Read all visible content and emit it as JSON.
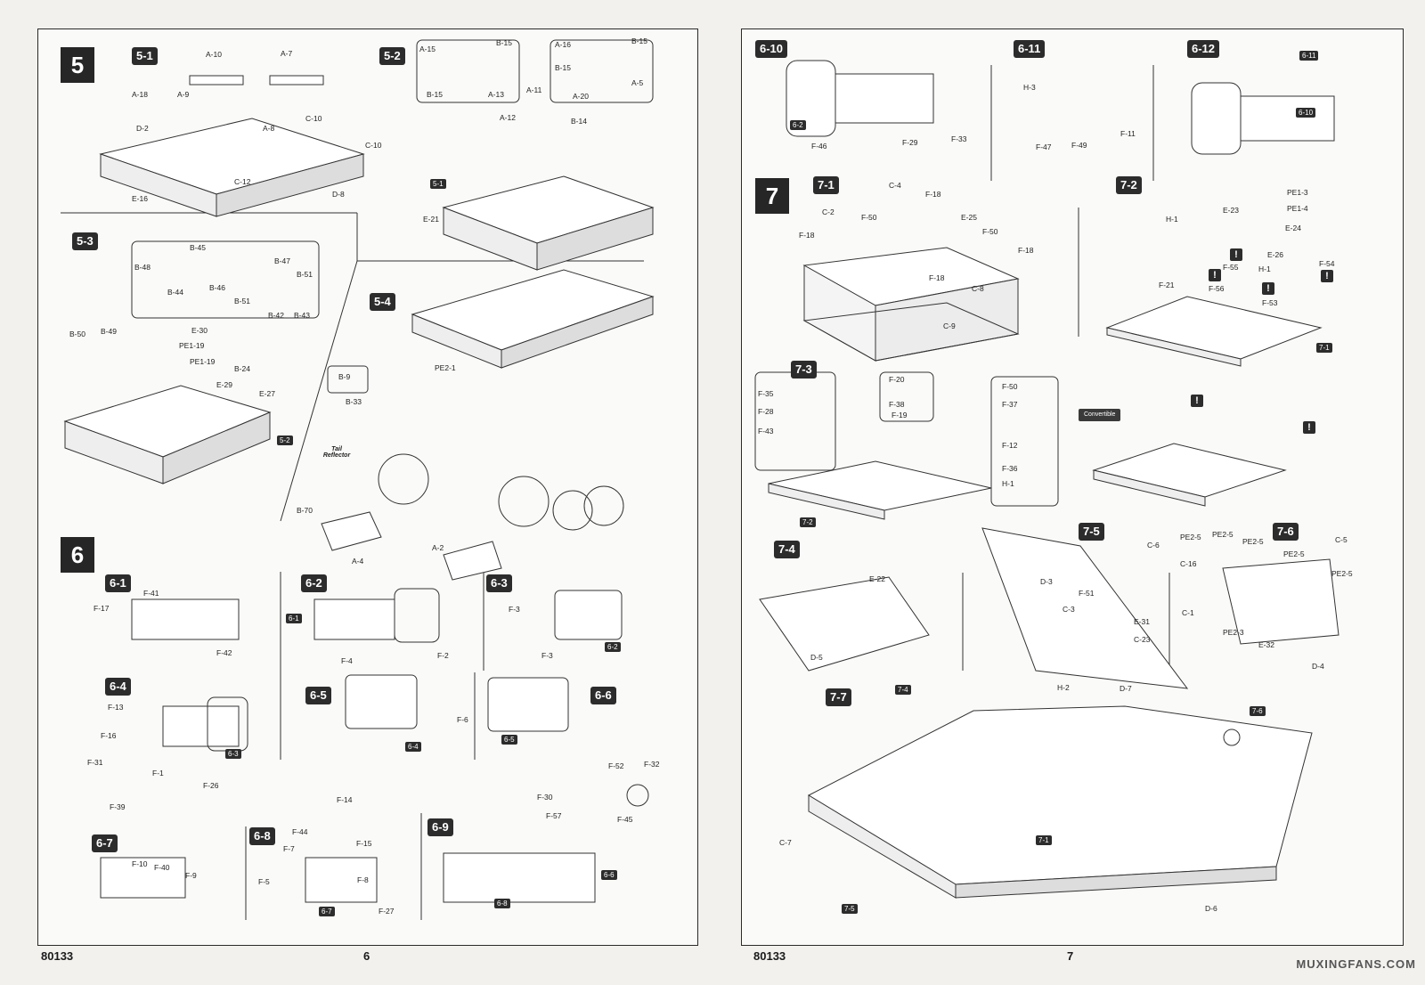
{
  "pages": {
    "left": {
      "code": "80133",
      "number": "6"
    },
    "right": {
      "code": "80133",
      "number": "7"
    }
  },
  "steps": {
    "s5": "5",
    "s6": "6",
    "s7": "7"
  },
  "substeps": {
    "s5_1": "5-1",
    "s5_2": "5-2",
    "s5_3": "5-3",
    "s5_4": "5-4",
    "s6_1": "6-1",
    "s6_2": "6-2",
    "s6_3": "6-3",
    "s6_4": "6-4",
    "s6_5": "6-5",
    "s6_6": "6-6",
    "s6_7": "6-7",
    "s6_8": "6-8",
    "s6_9": "6-9",
    "s6_10": "6-10",
    "s6_11": "6-11",
    "s6_12": "6-12",
    "s7_1": "7-1",
    "s7_2": "7-2",
    "s7_3": "7-3",
    "s7_4": "7-4",
    "s7_5": "7-5",
    "s7_6": "7-6",
    "s7_7": "7-7"
  },
  "refs": {
    "r5_1": "5-1",
    "r5_2": "5-2",
    "r6_1": "6-1",
    "r6_2": "6-2",
    "r6_3": "6-3",
    "r6_4": "6-4",
    "r6_5": "6-5",
    "r6_6": "6-6",
    "r6_7": "6-7",
    "r6_8": "6-8",
    "r6_10": "6-10",
    "r6_11": "6-11",
    "r7_1": "7-1",
    "r7_2": "7-2",
    "r7_4": "7-4",
    "r7_5": "7-5",
    "r7_6": "7-6"
  },
  "labels": {
    "convertible": "Convertible",
    "tail_reflector": "Tail Reflector",
    "watermark": "MUXINGFANS.COM",
    "warn": "!"
  },
  "parts_left": [
    "A-10",
    "A-7",
    "A-18",
    "A-9",
    "A-8",
    "D-2",
    "C-10",
    "C-10",
    "C-12",
    "E-16",
    "D-8",
    "A-15",
    "B-15",
    "A-16",
    "B-15",
    "B-15",
    "A-13",
    "A-11",
    "A-20",
    "A-5",
    "B-15",
    "A-12",
    "B-14",
    "E-21",
    "B-45",
    "B-48",
    "B-47",
    "B-51",
    "B-44",
    "B-46",
    "B-51",
    "B-42",
    "B-43",
    "B-50",
    "B-49",
    "E-30",
    "PE1-19",
    "PE1-19",
    "B-24",
    "E-29",
    "E-27",
    "PE2-1",
    "B-9",
    "B-33",
    "B-70",
    "A-4",
    "A-2",
    "F-41",
    "F-17",
    "F-42",
    "F-2",
    "F-3",
    "F-3",
    "F-13",
    "F-16",
    "F-31",
    "F-1",
    "F-26",
    "F-39",
    "F-4",
    "F-6",
    "F-52",
    "F-32",
    "F-30",
    "F-57",
    "F-45",
    "F-10",
    "F-40",
    "F-9",
    "F-14",
    "F-44",
    "F-15",
    "F-7",
    "F-5",
    "F-8",
    "F-27"
  ],
  "parts_right": [
    "H-3",
    "F-46",
    "F-29",
    "F-33",
    "F-47",
    "F-49",
    "F-11",
    "C-4",
    "F-18",
    "C-2",
    "F-50",
    "E-25",
    "F-18",
    "F-50",
    "F-18",
    "F-18",
    "C-8",
    "C-9",
    "PE1-3",
    "E-23",
    "PE1-4",
    "E-24",
    "H-1",
    "E-26",
    "F-55",
    "H-1",
    "F-54",
    "F-21",
    "F-56",
    "F-53",
    "F-20",
    "F-35",
    "F-38",
    "F-28",
    "F-19",
    "F-43",
    "F-50",
    "F-37",
    "F-12",
    "F-36",
    "H-1",
    "E-22",
    "D-5",
    "C-6",
    "D-3",
    "F-51",
    "C-3",
    "E-31",
    "C-23",
    "H-2",
    "D-7",
    "PE2-5",
    "PE2-5",
    "PE2-5",
    "PE2-5",
    "C-5",
    "C-16",
    "PE2-5",
    "C-1",
    "PE2-3",
    "E-32",
    "D-4",
    "C-7",
    "D-6"
  ]
}
